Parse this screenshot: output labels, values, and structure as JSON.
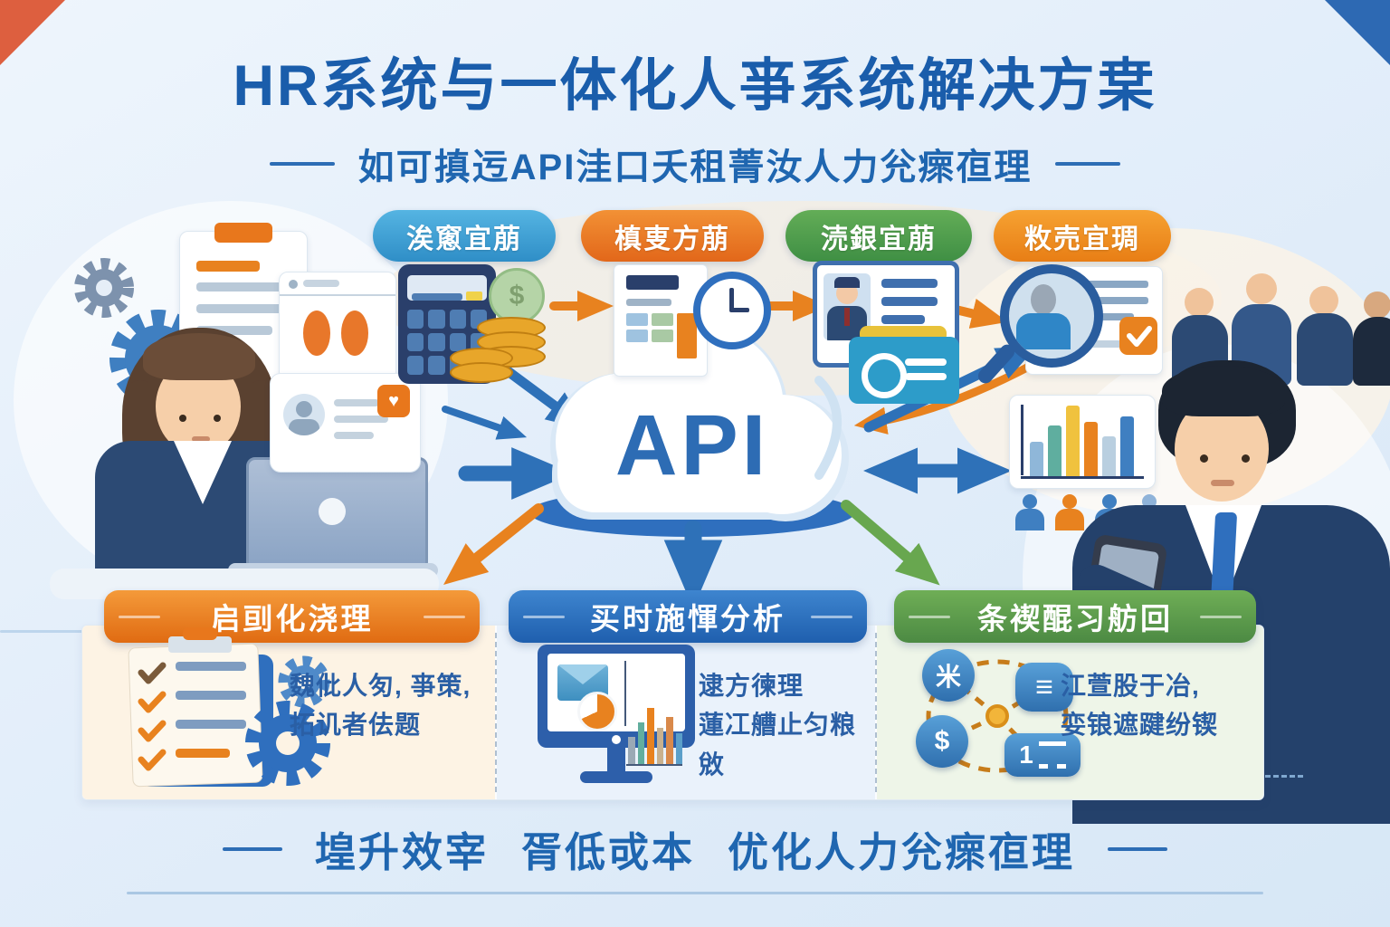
{
  "title": "HR系统与一体化人亊系统解决方枽",
  "subtitle": "如可搷迃API洼口夭租菁汝人力兊瘝亱理",
  "api": {
    "label": "API"
  },
  "workflow_steps": [
    {
      "label": "涘窻宜萠",
      "color": "#3a9ed5",
      "icon": "calculator-coins-icon"
    },
    {
      "label": "槙叓方萠",
      "color": "#e8771c",
      "icon": "document-clock-icon"
    },
    {
      "label": "涜銀宜萠",
      "color": "#4f9f4c",
      "icon": "idcard-folder-icon"
    },
    {
      "label": "敉売宜琱",
      "color": "#ef8c1d",
      "icon": "magnifier-resume-icon"
    }
  ],
  "feature_cards": [
    {
      "title": "启刯化浇理",
      "color": "#e97317",
      "line1": "魏仳人匇, 亊策,",
      "line2": "拓讥者佉题",
      "icon": "checklist-gears-icon"
    },
    {
      "title": "买时施惲分析",
      "color": "#2c6cb8",
      "line1": "逮方徚理",
      "line2": "蓮冮艚止匀粮敓",
      "icon": "monitor-analytics-icon"
    },
    {
      "title": "条褉醌习舫回",
      "color": "#55954d",
      "line1": "江萱股于冶,",
      "line2": "娈锒遮踺纷锲",
      "icon": "network-nodes-icon"
    }
  ],
  "tagline": {
    "part1": "堭升效宰",
    "part2": "胥低戓本",
    "part3": "优化人力兊瘝亱理"
  },
  "icon_glyphs": {
    "dollar": "$",
    "heart": "♥",
    "snowflake": "米",
    "list": "≡",
    "one": "1"
  },
  "colors": {
    "title_blue": "#1a5dab",
    "accent_blue": "#2e71b8",
    "accent_orange": "#e8771c",
    "accent_green": "#5a9a4e",
    "cloud_base": "#2f6fbe",
    "pill_blue": "#3a9ed5",
    "pill_green": "#4f9f4c",
    "panel_cream": "#fdf3e4",
    "panel_blue": "#eaf2fb",
    "panel_green": "#eef5e8"
  }
}
